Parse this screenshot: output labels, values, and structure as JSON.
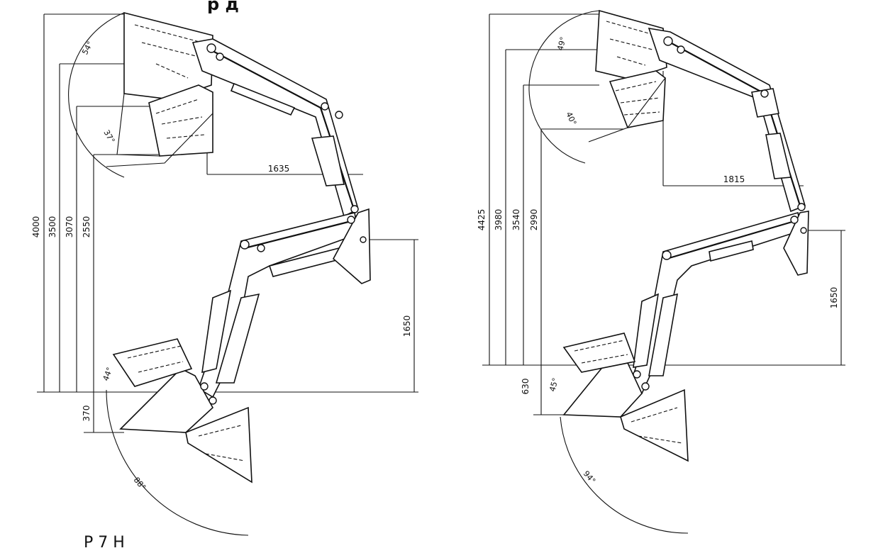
{
  "header_fragment": "р д",
  "caption_fragment": "Р        7 Н",
  "left_loader": {
    "heights": [
      "4000",
      "3500",
      "3070",
      "2550"
    ],
    "horizontal_reach": "1635",
    "vertical_reach": "1650",
    "below_ground": "370",
    "angles": [
      "54°",
      "37°",
      "44°",
      "88°"
    ]
  },
  "right_loader": {
    "heights": [
      "4425",
      "3980",
      "3540",
      "2990"
    ],
    "horizontal_reach": "1815",
    "vertical_reach": "1650",
    "below_ground": "630",
    "angles": [
      "49°",
      "40°",
      "45°",
      "94°"
    ]
  }
}
